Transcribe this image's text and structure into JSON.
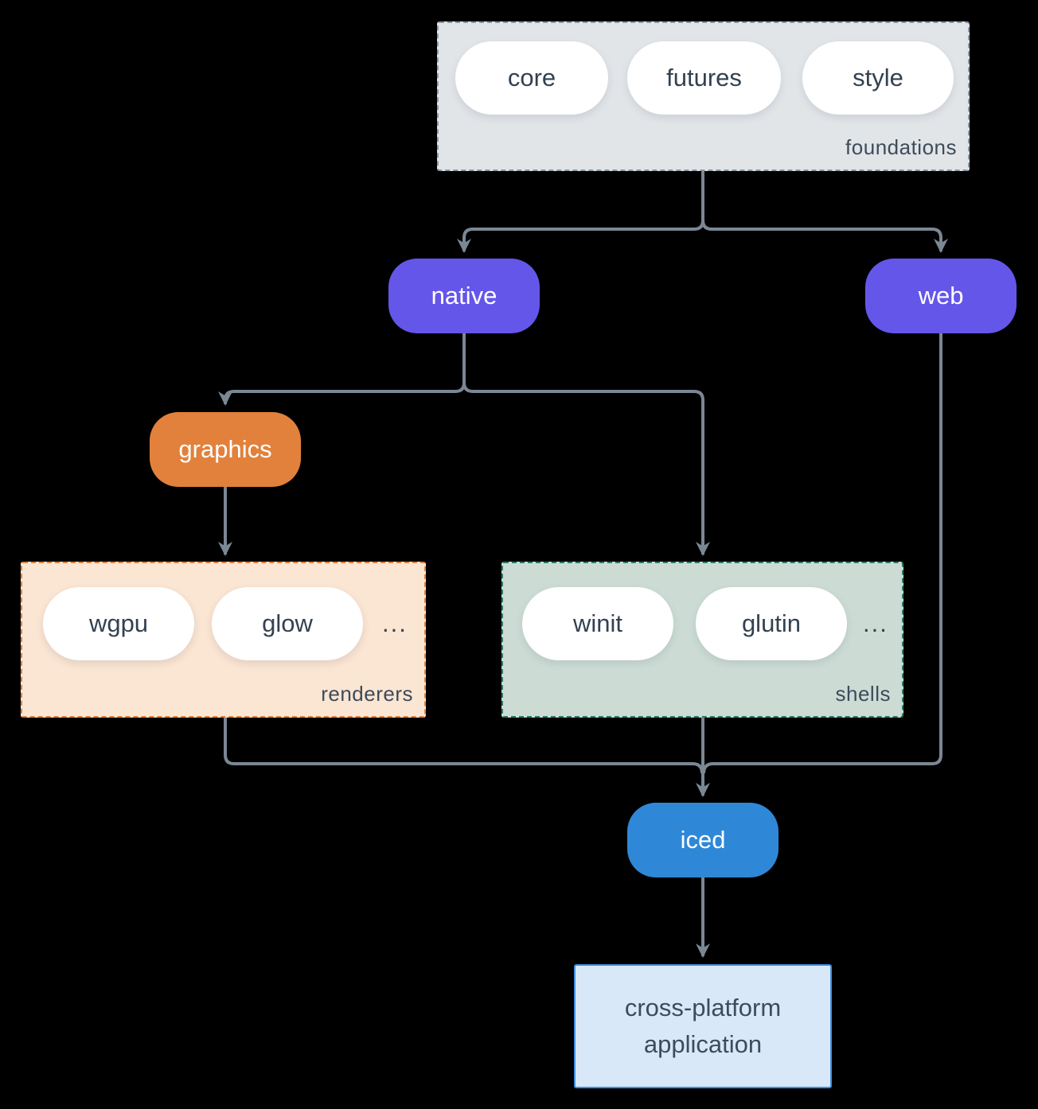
{
  "diagram": {
    "background_color": "#000000",
    "arrow_color": "#7b8794",
    "groups": {
      "foundations": {
        "label": "foundations",
        "items": [
          "core",
          "futures",
          "style"
        ],
        "fill": "#e2e5e8",
        "border": "#8d99a6"
      },
      "renderers": {
        "label": "renderers",
        "items": [
          "wgpu",
          "glow"
        ],
        "ellipsis": "...",
        "fill": "#fbe5d3",
        "border": "#e2823f"
      },
      "shells": {
        "label": "shells",
        "items": [
          "winit",
          "glutin"
        ],
        "ellipsis": "...",
        "fill": "#ccdcd5",
        "border": "#2f7a68"
      }
    },
    "nodes": {
      "native": {
        "label": "native",
        "fill": "#6456e9",
        "text_color": "#ffffff"
      },
      "web": {
        "label": "web",
        "fill": "#6456e9",
        "text_color": "#ffffff"
      },
      "graphics": {
        "label": "graphics",
        "fill": "#e2813c",
        "text_color": "#ffffff"
      },
      "iced": {
        "label": "iced",
        "fill": "#2e88d7",
        "text_color": "#ffffff"
      },
      "application": {
        "label": "cross-platform application",
        "fill": "#d9e8f8",
        "border": "#3f8fe2"
      }
    },
    "edges": [
      {
        "from": "foundations",
        "to": "native"
      },
      {
        "from": "foundations",
        "to": "web"
      },
      {
        "from": "native",
        "to": "graphics"
      },
      {
        "from": "native",
        "to": "shells"
      },
      {
        "from": "graphics",
        "to": "renderers"
      },
      {
        "from": "renderers",
        "to": "iced"
      },
      {
        "from": "shells",
        "to": "iced"
      },
      {
        "from": "web",
        "to": "iced"
      },
      {
        "from": "iced",
        "to": "application"
      }
    ]
  }
}
